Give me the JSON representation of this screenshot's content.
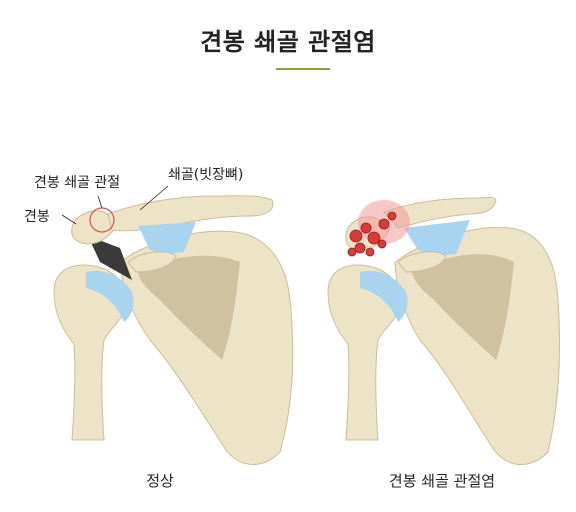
{
  "title": "견봉 쇄골 관절염",
  "labels": {
    "ac_joint": "견봉 쇄골 관절",
    "clavicle": "쇄골(빗장뼈)",
    "acromion": "견봉"
  },
  "captions": {
    "normal": "정상",
    "arthritis": "견봉 쇄골 관절염"
  },
  "colors": {
    "accent_rule": "#8aa33a",
    "bone": "#ede3c6",
    "bone_shadow": "#c6b793",
    "cartilage": "#a9d4ef",
    "inflammation": "#d93a3a"
  }
}
